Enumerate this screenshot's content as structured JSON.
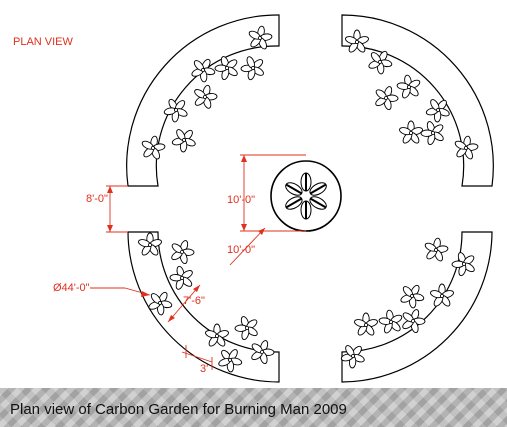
{
  "title": "PLAN VIEW",
  "dimensions": {
    "gap_width": "8'-0\"",
    "center_height": "10'-0\"",
    "center_width": "10'-0\"",
    "outer_diameter": "Ø44'-0\"",
    "bed_width": "7'-6\"",
    "border": "3'"
  },
  "caption": "Plan view of Carbon Garden for Burning Man 2009",
  "colors": {
    "dimension": "#e0301e",
    "linework": "#000000",
    "caption_bar": "#bfbfbf"
  }
}
